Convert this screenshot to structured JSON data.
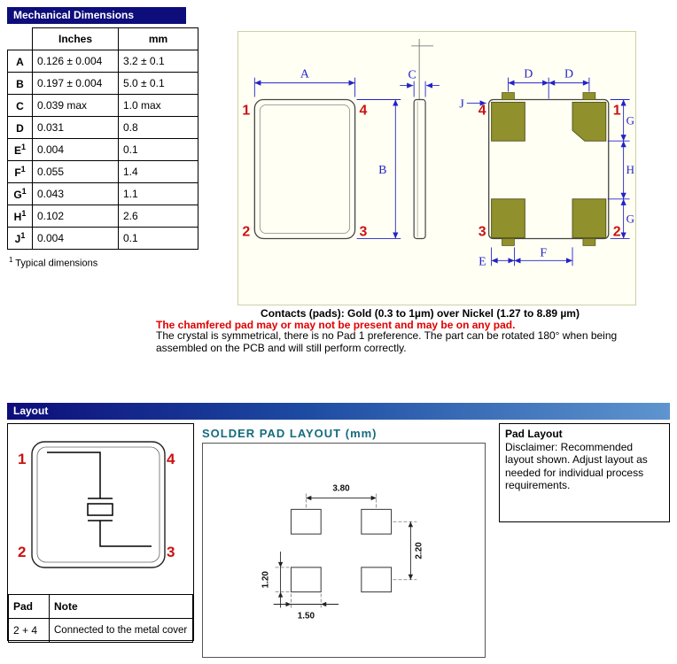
{
  "colors": {
    "header_bar": "#0d0d7b",
    "layout_bar_gradient_end": "#5e95cf",
    "dimension_blue": "#2323c8",
    "pad_number_red": "#cc1111",
    "gold_pad": "#90902c",
    "warning_red": "#e00000",
    "solder_title_teal": "#156b7d",
    "drawing_background": "#fffff4"
  },
  "mechanical": {
    "title": "Mechanical Dimensions",
    "table": {
      "col_inches": "Inches",
      "col_mm": "mm",
      "rows": [
        {
          "label": "A",
          "sup": "",
          "inches": "0.126 ± 0.004",
          "mm": "3.2 ± 0.1"
        },
        {
          "label": "B",
          "sup": "",
          "inches": "0.197 ± 0.004",
          "mm": "5.0 ± 0.1"
        },
        {
          "label": "C",
          "sup": "",
          "inches": "0.039 max",
          "mm": "1.0 max"
        },
        {
          "label": "D",
          "sup": "",
          "inches": "0.031",
          "mm": "0.8"
        },
        {
          "label": "E",
          "sup": "1",
          "inches": "0.004",
          "mm": "0.1"
        },
        {
          "label": "F",
          "sup": "1",
          "inches": "0.055",
          "mm": "1.4"
        },
        {
          "label": "G",
          "sup": "1",
          "inches": "0.043",
          "mm": "1.1"
        },
        {
          "label": "H",
          "sup": "1",
          "inches": "0.102",
          "mm": "2.6"
        },
        {
          "label": "J",
          "sup": "1",
          "inches": "0.004",
          "mm": "0.1"
        }
      ],
      "footnote_sup": "1",
      "footnote": " Typical dimensions"
    },
    "drawing": {
      "dim_a": "A",
      "dim_b": "B",
      "dim_c": "C",
      "dim_d_left": "D",
      "dim_d_right": "D",
      "dim_e": "E",
      "dim_f": "F",
      "dim_g_top": "G",
      "dim_h": "H",
      "dim_g_bottom": "G",
      "dim_j": "J",
      "front_pads": {
        "tl": "1",
        "tr": "4",
        "bl": "2",
        "br": "3"
      },
      "bottom_pads": {
        "tl": "4",
        "tr": "1",
        "bl": "3",
        "br": "2"
      }
    },
    "contacts_note": "Contacts (pads): Gold (0.3 to 1µm) over Nickel (1.27 to 8.89 µm)",
    "warning": "The chamfered pad may or may not be present and may be on any pad.",
    "symmetry_note": "The crystal is symmetrical, there is no Pad 1 preference. The part can be rotated 180° when being assembled on the PCB and will still perform correctly."
  },
  "layout_section": {
    "title": "Layout",
    "schematic": {
      "p1": "1",
      "p4": "4",
      "p2": "2",
      "p3": "3"
    },
    "pad_table": {
      "col_pad": "Pad",
      "col_note": "Note",
      "row_pad": "2 + 4",
      "row_note": "Connected to the metal cover"
    },
    "solder_title": "SOLDER PAD LAYOUT (mm)",
    "solder_dims": {
      "width": "3.80",
      "height": "2.20",
      "pad_height": "1.20",
      "pad_width": "1.50"
    },
    "pad_layout_box": {
      "title": "Pad Layout",
      "body": "Disclaimer: Recommended layout shown. Adjust layout as needed for individual process requirements."
    }
  }
}
